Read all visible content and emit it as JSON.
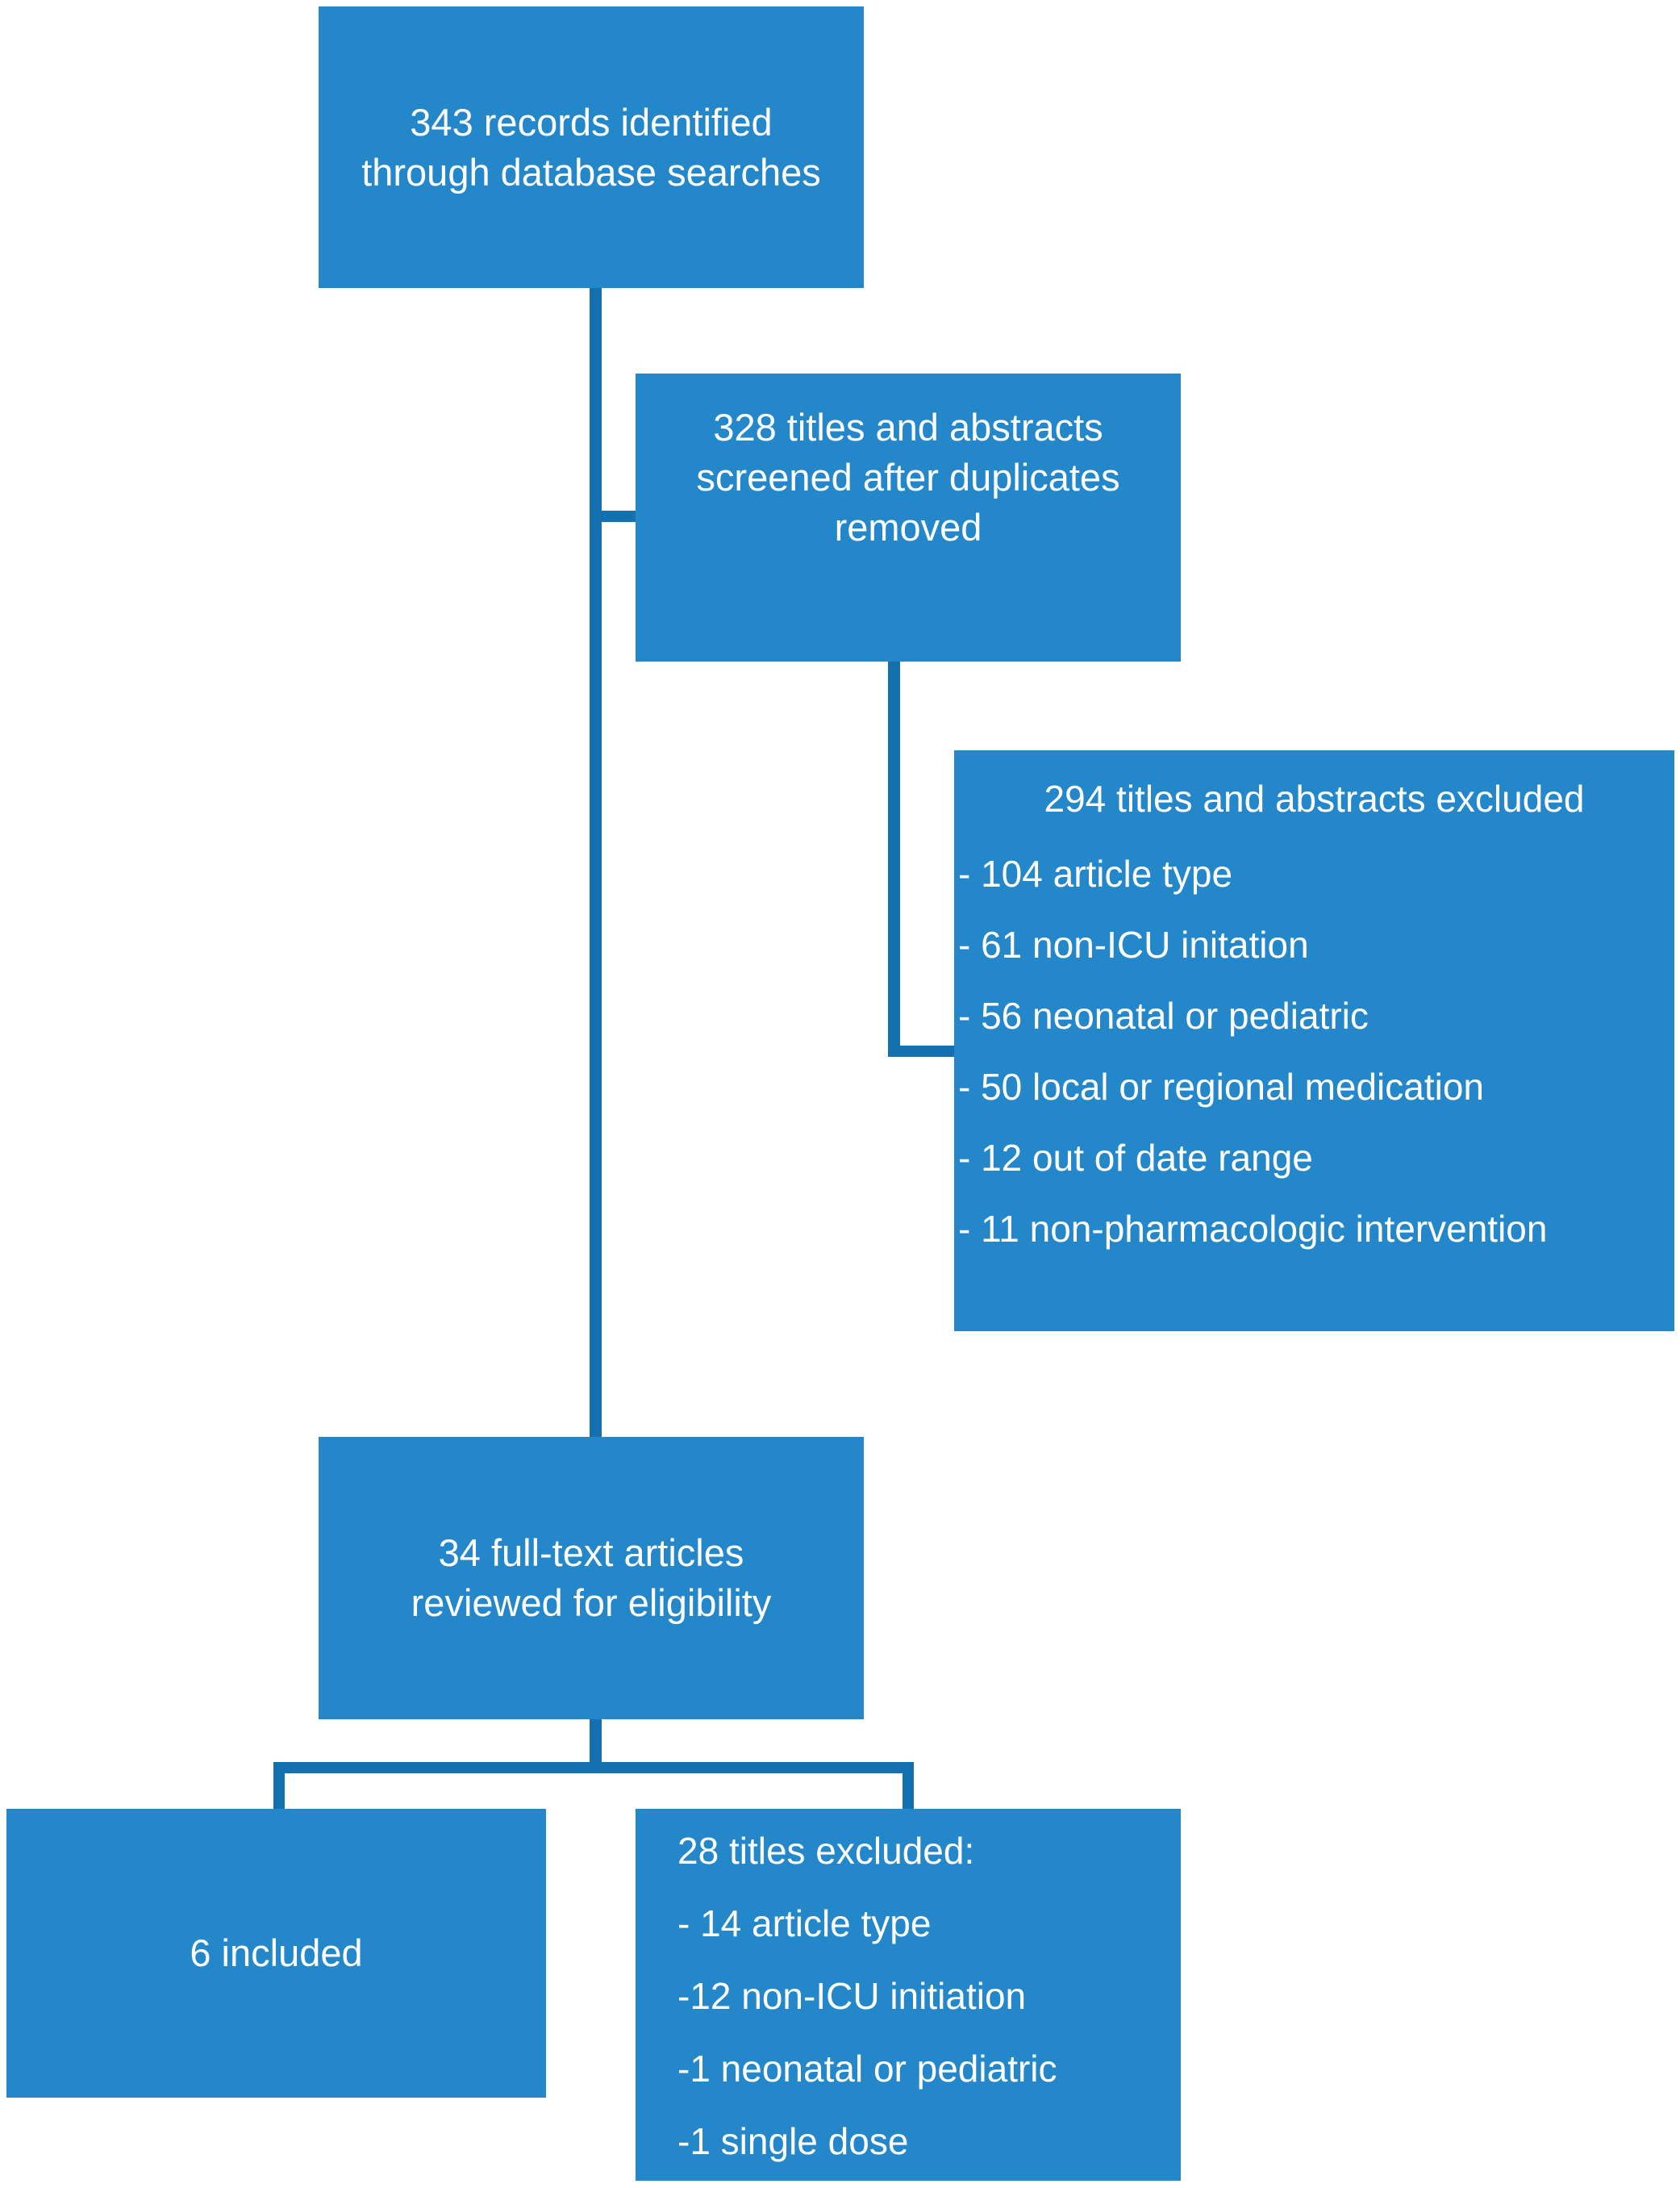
{
  "diagram": {
    "box1": {
      "lines": [
        "343 records identified",
        "through database searches"
      ]
    },
    "box2": {
      "lines": [
        "328 titles and abstracts",
        "screened after duplicates",
        "removed"
      ]
    },
    "box3": {
      "header": "294 titles and abstracts excluded",
      "items": [
        "- 104 article type",
        "- 61 non-ICU initation",
        "- 56 neonatal or pediatric",
        "- 50 local or regional medication",
        "- 12 out of date range",
        "- 11 non-pharmacologic intervention"
      ]
    },
    "box4": {
      "lines": [
        "34 full-text articles",
        "reviewed for eligibility"
      ]
    },
    "box5": {
      "label": "6 included"
    },
    "box6": {
      "header": "28 titles excluded:",
      "items": [
        "- 14 article type",
        "-12 non-ICU initiation",
        "-1 neonatal or pediatric",
        "-1 single dose"
      ]
    }
  },
  "colors": {
    "box_fill": "#2487C9",
    "connector": "#1470AF",
    "text": "#FFFFFF",
    "background": "#FFFFFF"
  }
}
